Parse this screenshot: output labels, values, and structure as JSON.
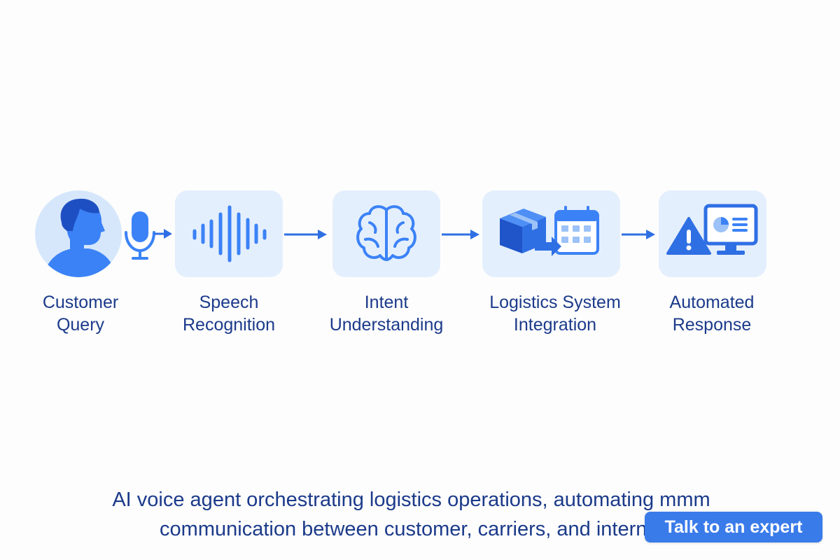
{
  "steps": [
    {
      "label_line1": "Customer",
      "label_line2": "Query",
      "icon": "person-icon"
    },
    {
      "label_line1": "Speech",
      "label_line2": "Recognition",
      "icon": "sound-wave-icon"
    },
    {
      "label_line1": "Intent",
      "label_line2": "Understanding",
      "icon": "brain-icon"
    },
    {
      "label_line1": "Logistics System",
      "label_line2": "Integration",
      "icon": "package-calendar-icon"
    },
    {
      "label_line1": "Automated",
      "label_line2": "Response",
      "icon": "alert-monitor-icon"
    }
  ],
  "caption": {
    "line1": "AI voice agent orchestrating logistics operations, automating mmm",
    "line2": "communication between customer, carriers, and internal"
  },
  "cta_button": {
    "label": "Talk to an expert"
  },
  "colors": {
    "accent": "#3a7bea",
    "tile_bg": "#e4effd",
    "text": "#1b3a8a",
    "icon_dark": "#1f55c9"
  }
}
